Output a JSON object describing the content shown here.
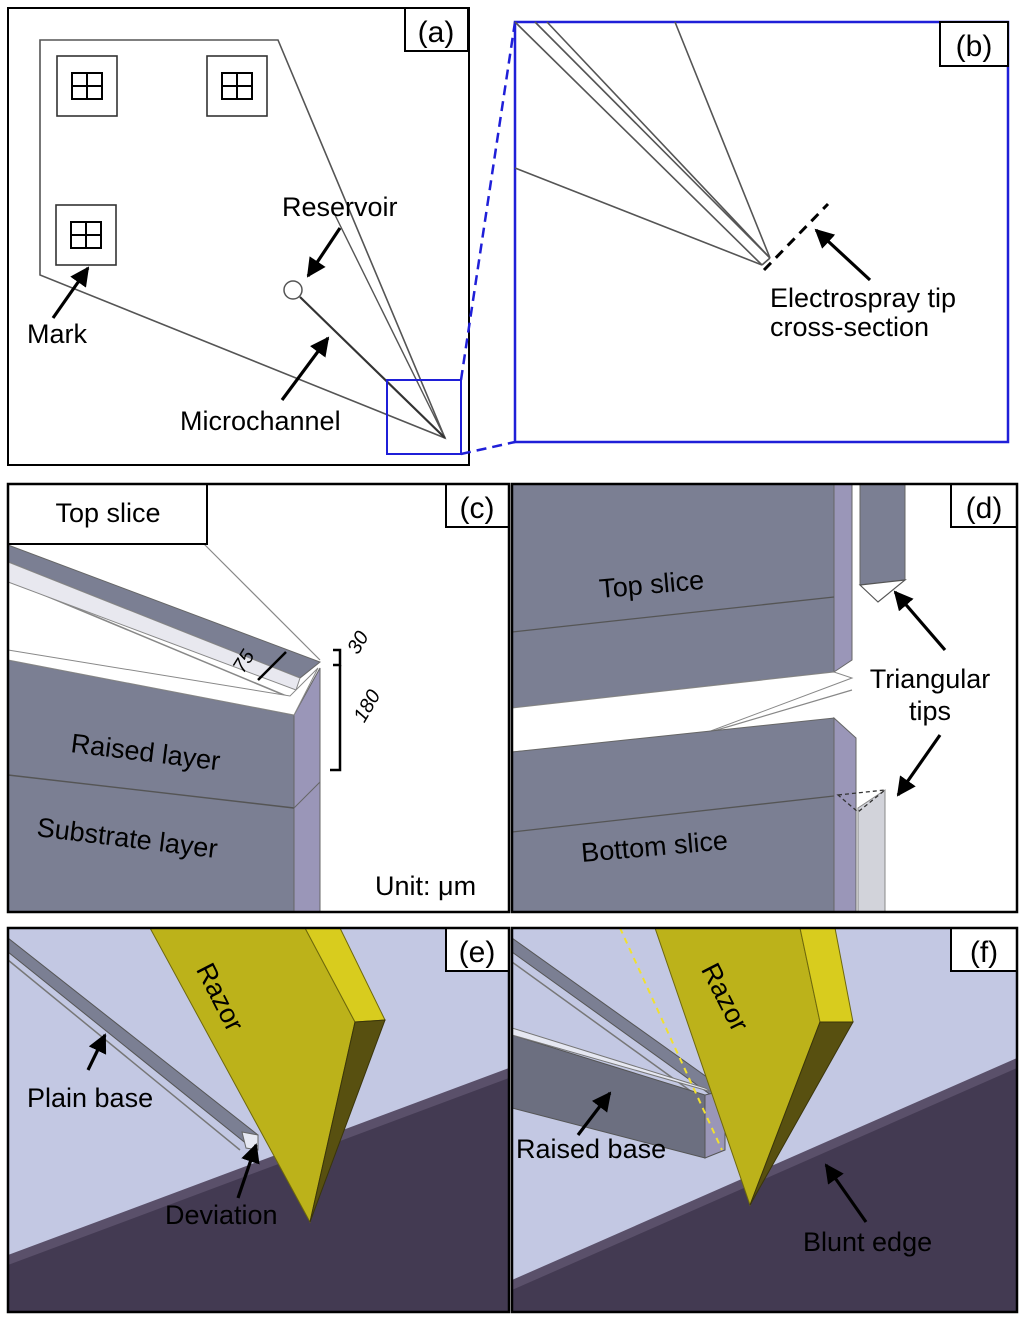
{
  "panels": {
    "a": {
      "tag": "(a)",
      "labels": {
        "reservoir": "Reservoir",
        "mark": "Mark",
        "microchannel": "Microchannel"
      }
    },
    "b": {
      "tag": "(b)",
      "labels": {
        "tip_line1": "Electrospray tip",
        "tip_line2": "cross-section"
      }
    },
    "c": {
      "tag": "(c)",
      "labels": {
        "top_slice": "Top  slice",
        "raised_layer": "Raised layer",
        "substrate_layer": "Substrate layer",
        "dim_75": "75",
        "dim_30": "30",
        "dim_180": "180",
        "unit": "Unit: μm"
      }
    },
    "d": {
      "tag": "(d)",
      "labels": {
        "top_slice": "Top  slice",
        "bottom_slice": "Bottom  slice",
        "tri_line1": "Triangular",
        "tri_line2": "tips"
      }
    },
    "e": {
      "tag": "(e)",
      "labels": {
        "razor": "Razor",
        "plain_base": "Plain base",
        "deviation": "Deviation"
      }
    },
    "f": {
      "tag": "(f)",
      "labels": {
        "razor": "Razor",
        "raised_base": "Raised base",
        "blunt_edge": "Blunt edge"
      }
    }
  },
  "colors": {
    "frame": "#000000",
    "zoom_blue": "#1f1fd8",
    "slice_gray": "#7b7f93",
    "slice_side": "#9a96b8",
    "surface_lavender": "#c3c8e3",
    "dark_base": "#433a52",
    "razor_yellow": "#bcb21a",
    "razor_side": "#d8cc1e"
  }
}
